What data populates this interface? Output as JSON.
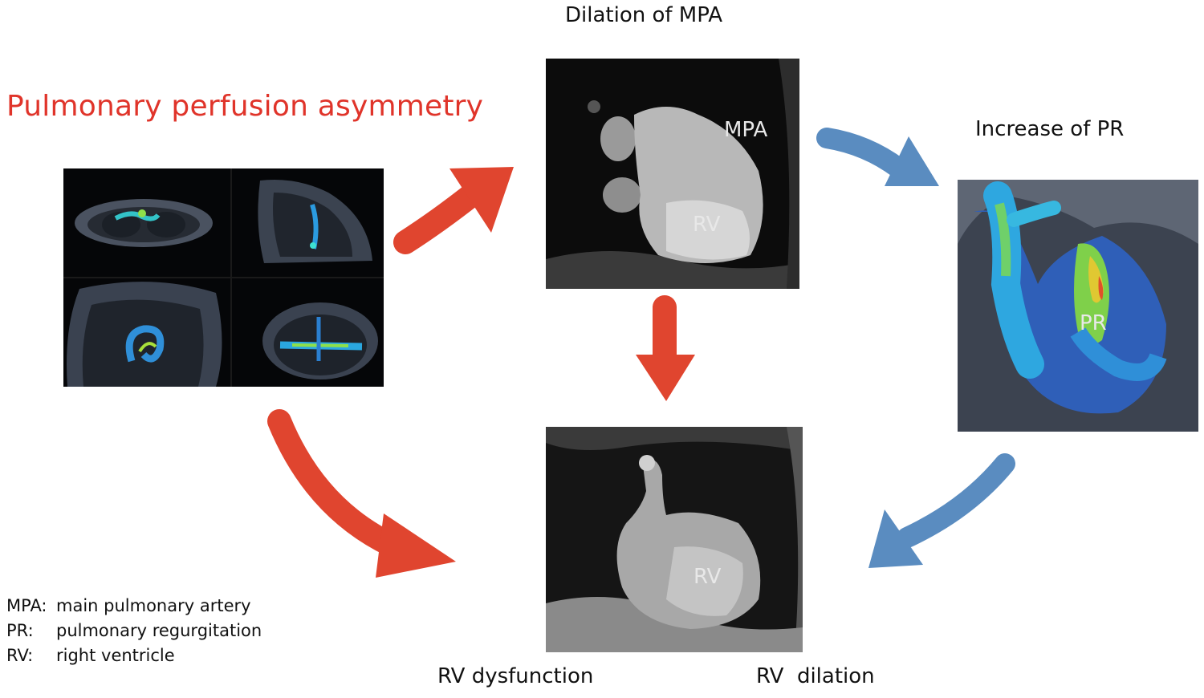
{
  "title": "Pulmonary perfusion asymmetry",
  "labels": {
    "top_center": "Dilation of MPA",
    "right": "Increase of PR",
    "bottom_left": "RV dysfunction",
    "bottom_right": "RV  dilation"
  },
  "image_labels": {
    "mpa": "MPA",
    "rv_top": "RV",
    "pr": "PR",
    "rv_bottom": "RV"
  },
  "legend": [
    {
      "abbr": "MPA:",
      "text": "main pulmonary artery"
    },
    {
      "abbr": "PR:",
      "text": "pulmonary regurgitation"
    },
    {
      "abbr": "RV:",
      "text": "right ventricle"
    }
  ],
  "colors": {
    "title": "#e0342a",
    "red_arrow": "#e0452f",
    "blue_arrow": "#5a8cc0"
  },
  "icons": {
    "red_arrows": [
      "arrow-up-right",
      "arrow-down",
      "arrow-down-right"
    ],
    "blue_arrows": [
      "arrow-down-right",
      "arrow-down-left"
    ]
  }
}
